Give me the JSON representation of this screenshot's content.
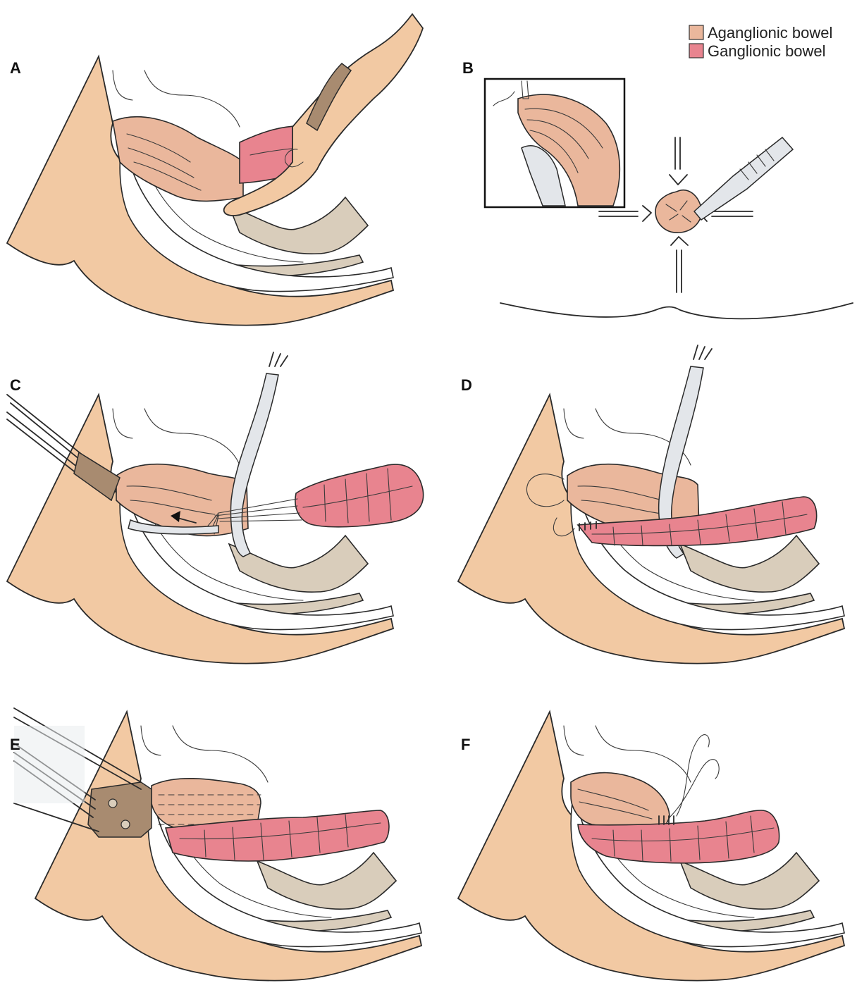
{
  "legend": {
    "items": [
      {
        "label": "Aganglionic bowel",
        "color": "#eab79c"
      },
      {
        "label": "Ganglionic bowel",
        "color": "#e8848f"
      }
    ]
  },
  "panels": [
    {
      "label": "A"
    },
    {
      "label": "B"
    },
    {
      "label": "C"
    },
    {
      "label": "D"
    },
    {
      "label": "E"
    },
    {
      "label": "F"
    }
  ],
  "colors": {
    "skin": "#f2c9a3",
    "bone": "#d9cdbb",
    "aganglionic": "#eab79c",
    "ganglionic": "#e8848f",
    "instrument": "#e3e6ea"
  }
}
